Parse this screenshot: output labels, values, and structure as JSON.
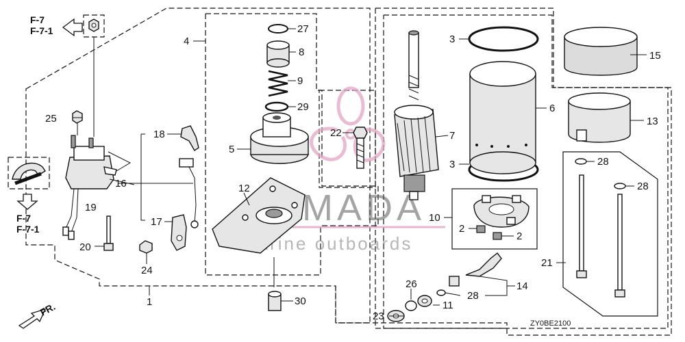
{
  "references": {
    "top_left": [
      "F-7",
      "F-7-1"
    ],
    "left": [
      "F-7",
      "F-7-1"
    ]
  },
  "direction_label": "FR.",
  "diagram_code": "ZY0BE2100",
  "watermark": {
    "brand": "ARMADA",
    "tagline": "marine outboards"
  },
  "callouts": {
    "c1": "1",
    "c2a": "2",
    "c2b": "2",
    "c3a": "3",
    "c3b": "3",
    "c4": "4",
    "c5": "5",
    "c6": "6",
    "c7": "7",
    "c8": "8",
    "c9": "9",
    "c10": "10",
    "c11": "11",
    "c12": "12",
    "c13": "13",
    "c14": "14",
    "c15": "15",
    "c16": "16",
    "c17": "17",
    "c18": "18",
    "c19": "19",
    "c20": "20",
    "c21": "21",
    "c22": "22",
    "c23": "23",
    "c24": "24",
    "c25": "25",
    "c26": "26",
    "c27": "27",
    "c28a": "28",
    "c28b": "28",
    "c28c": "28",
    "c29": "29",
    "c30": "30"
  },
  "colors": {
    "line": "#111111",
    "watermark_pink": "#e2a6c6",
    "watermark_gray": "#5a5a5a"
  }
}
